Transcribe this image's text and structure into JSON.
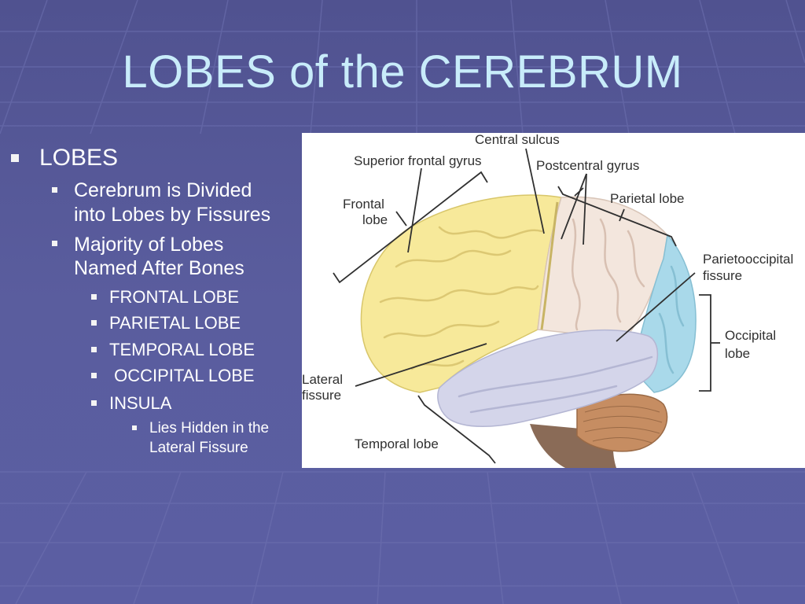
{
  "slide": {
    "title": "LOBES of the CEREBRUM",
    "bullets": {
      "level1": "LOBES",
      "item_fissures": "Cerebrum is Divided",
      "item_fissures_2": "into Lobes by Fissures",
      "item_bones": "Majority of Lobes",
      "item_bones_2": "Named After Bones",
      "lobe_frontal": "FRONTAL LOBE",
      "lobe_parietal": "PARIETAL LOBE",
      "lobe_temporal": "TEMPORAL LOBE",
      "lobe_occipital": " OCCIPITAL LOBE",
      "lobe_insula": "INSULA",
      "insula_note": "Lies Hidden in the",
      "insula_note_2": "Lateral Fissure"
    }
  },
  "figure": {
    "labels": {
      "central_sulcus": "Central sulcus",
      "superior_frontal_gyrus": "Superior frontal gyrus",
      "postcentral_gyrus": "Postcentral gyrus",
      "frontal_lobe_1": "Frontal",
      "frontal_lobe_2": "lobe",
      "parietal_lobe": "Parietal lobe",
      "parietooccipital_1": "Parietooccipital",
      "parietooccipital_2": "fissure",
      "occipital_1": "Occipital",
      "occipital_2": "lobe",
      "lateral_1": "Lateral",
      "lateral_2": "fissure",
      "temporal_lobe": "Temporal lobe"
    },
    "colors": {
      "frontal": "#f7e99a",
      "parietal": "#f3e6dd",
      "temporal": "#d4d5ea",
      "occipital": "#a9d9ea",
      "cerebellum": "#c68d62",
      "brainstem": "#8a6b57"
    }
  }
}
